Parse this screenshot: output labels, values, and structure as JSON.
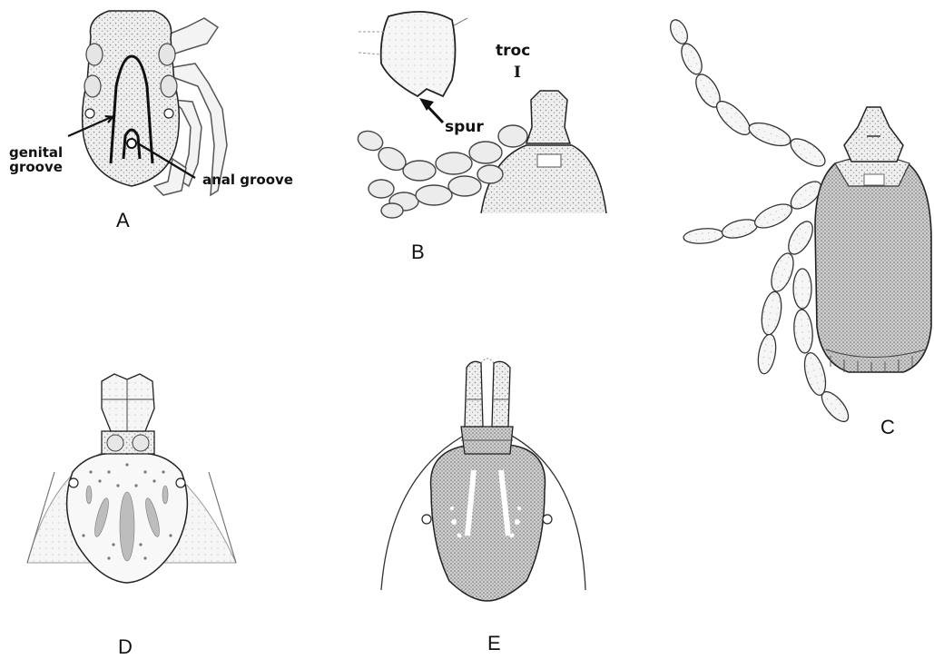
{
  "panels": {
    "a": {
      "label": "A",
      "annotations": {
        "genital_groove": "genital\ngroove",
        "anal_groove": "anal groove"
      }
    },
    "b": {
      "label": "B",
      "annotations": {
        "troc": "troc",
        "troc_numeral": "I",
        "spur": "spur"
      }
    },
    "c": {
      "label": "C"
    },
    "d": {
      "label": "D"
    },
    "e": {
      "label": "E"
    }
  },
  "colors": {
    "ink": "#1a1a1a",
    "stipple": "#b9b9b9",
    "shade": "#d9d9d9",
    "background": "#ffffff"
  }
}
